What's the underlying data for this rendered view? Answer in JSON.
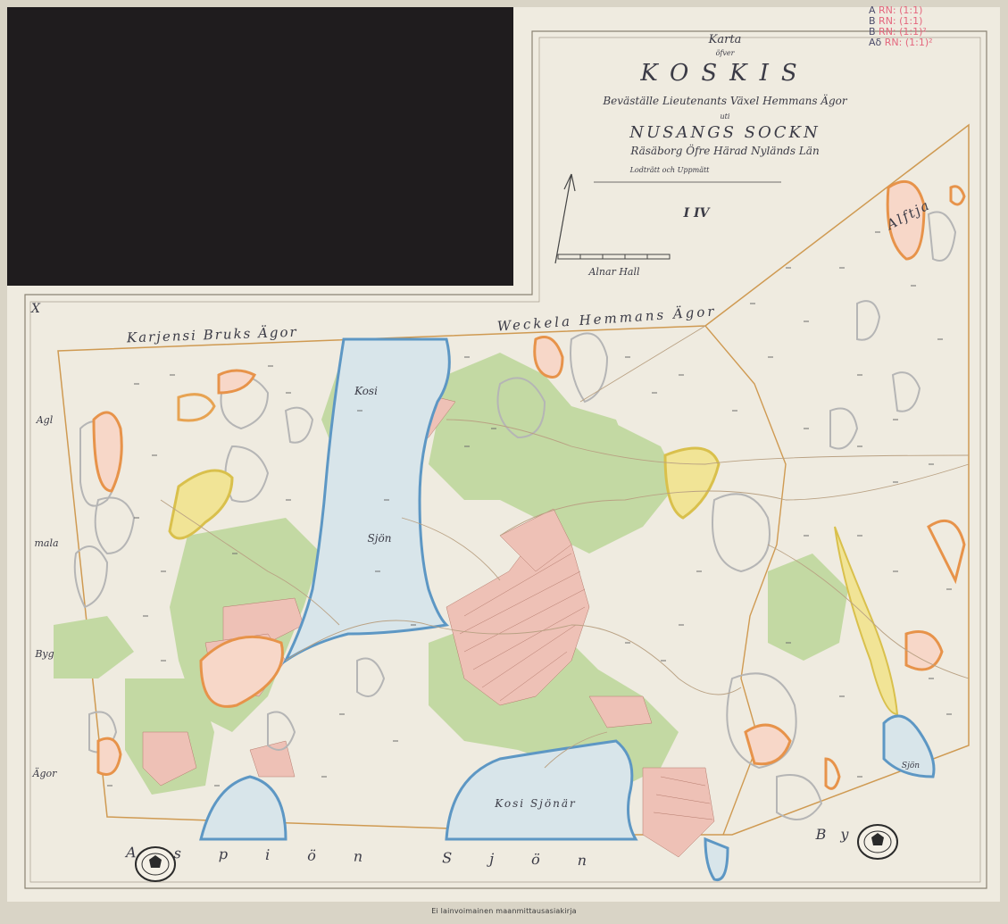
{
  "map": {
    "title_lines": [
      "Karta",
      "öfver",
      "KOSKIS",
      "Beväställe Lieutenants Växel Hemmans Ägor",
      "uti",
      "NUSANGS SOCKN",
      "Räsäborg Öfre Härad Nyländs Län",
      "Lodträtt och Uppmätt",
      "Alnar Hall"
    ],
    "sheet_number": "I IV",
    "inventory_notes": [
      {
        "key": "A",
        "value": "RN: (1:1)"
      },
      {
        "key": "B",
        "value": "RN: (1:1)"
      },
      {
        "key": "B",
        "value": "RN: (1:1)²"
      },
      {
        "key": "Aδ",
        "value": "RN: (1:1)²"
      }
    ],
    "place_labels": {
      "karjean_border": "Karjensi Bruks Ägor",
      "weckela": "Weckela Hemmans Ägor",
      "lake_north": "Kosi",
      "lake_north_2": "Sjön",
      "lake_south": "Kosi Sjönär",
      "left_1": "Agl",
      "left_2": "mala",
      "left_3": "Byg",
      "left_4": "Ägor",
      "east_label": "Alftja",
      "bottom_strip": "Aspiön Sjön",
      "bottom_right": "By",
      "small_lake_label": "Sjön",
      "mark_x": "X"
    },
    "footer_caption": "Ei lainvoimainen maanmittausasiakirja",
    "colors": {
      "paper": "#efebe0",
      "water": "#9fc6df",
      "field_green": "#c3d9a3",
      "arable_pink": "#eec1b6",
      "rock_grey": "#b5b5b5",
      "orange_outline": "#e7934a",
      "yellow_fill": "#f1e496",
      "boundary_line": "#cf9a52",
      "mount_dark": "#1f1c1e"
    }
  }
}
